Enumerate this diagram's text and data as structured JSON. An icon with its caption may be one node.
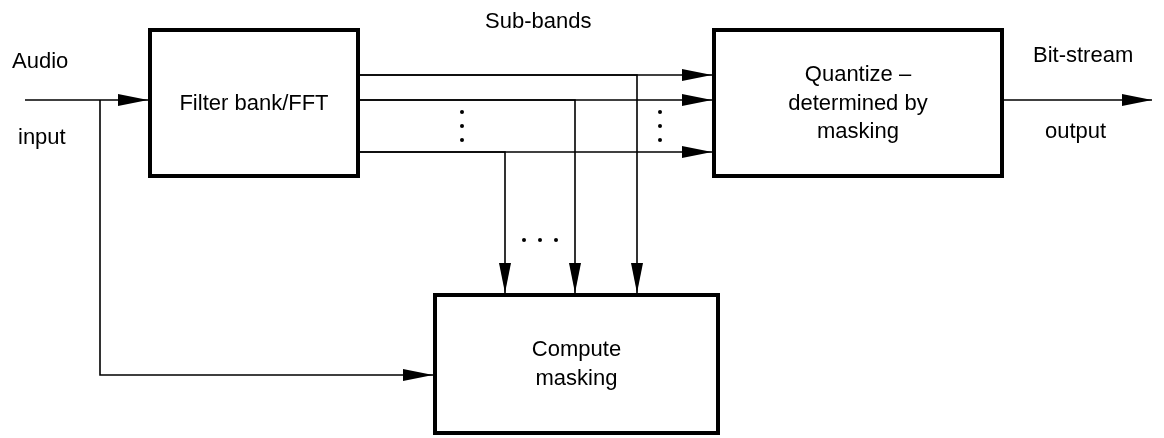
{
  "diagram": {
    "nodes": [
      {
        "text": [
          "Filter bank/FFT"
        ]
      },
      {
        "text": [
          "Quantize – determined by masking"
        ]
      },
      {
        "text": [
          "Compute masking"
        ]
      }
    ],
    "edges": [
      {
        "from": null,
        "to": 0,
        "arrow": "to"
      },
      {
        "from": null,
        "to": 2,
        "arrow": "to"
      },
      {
        "from": 0,
        "to": 1,
        "arrow": "to"
      },
      {
        "from": 0,
        "to": 1,
        "arrow": "to"
      },
      {
        "from": 0,
        "to": 1,
        "arrow": "to"
      },
      {
        "from": 0,
        "to": 2,
        "arrow": "to"
      },
      {
        "from": 0,
        "to": 2,
        "arrow": "to"
      },
      {
        "from": 0,
        "to": 2,
        "arrow": "to"
      },
      {
        "from": 1,
        "to": null,
        "arrow": "to"
      }
    ],
    "labels": [
      "Sub-bands",
      "Audio",
      "Bit-stream",
      "input",
      "output"
    ]
  }
}
